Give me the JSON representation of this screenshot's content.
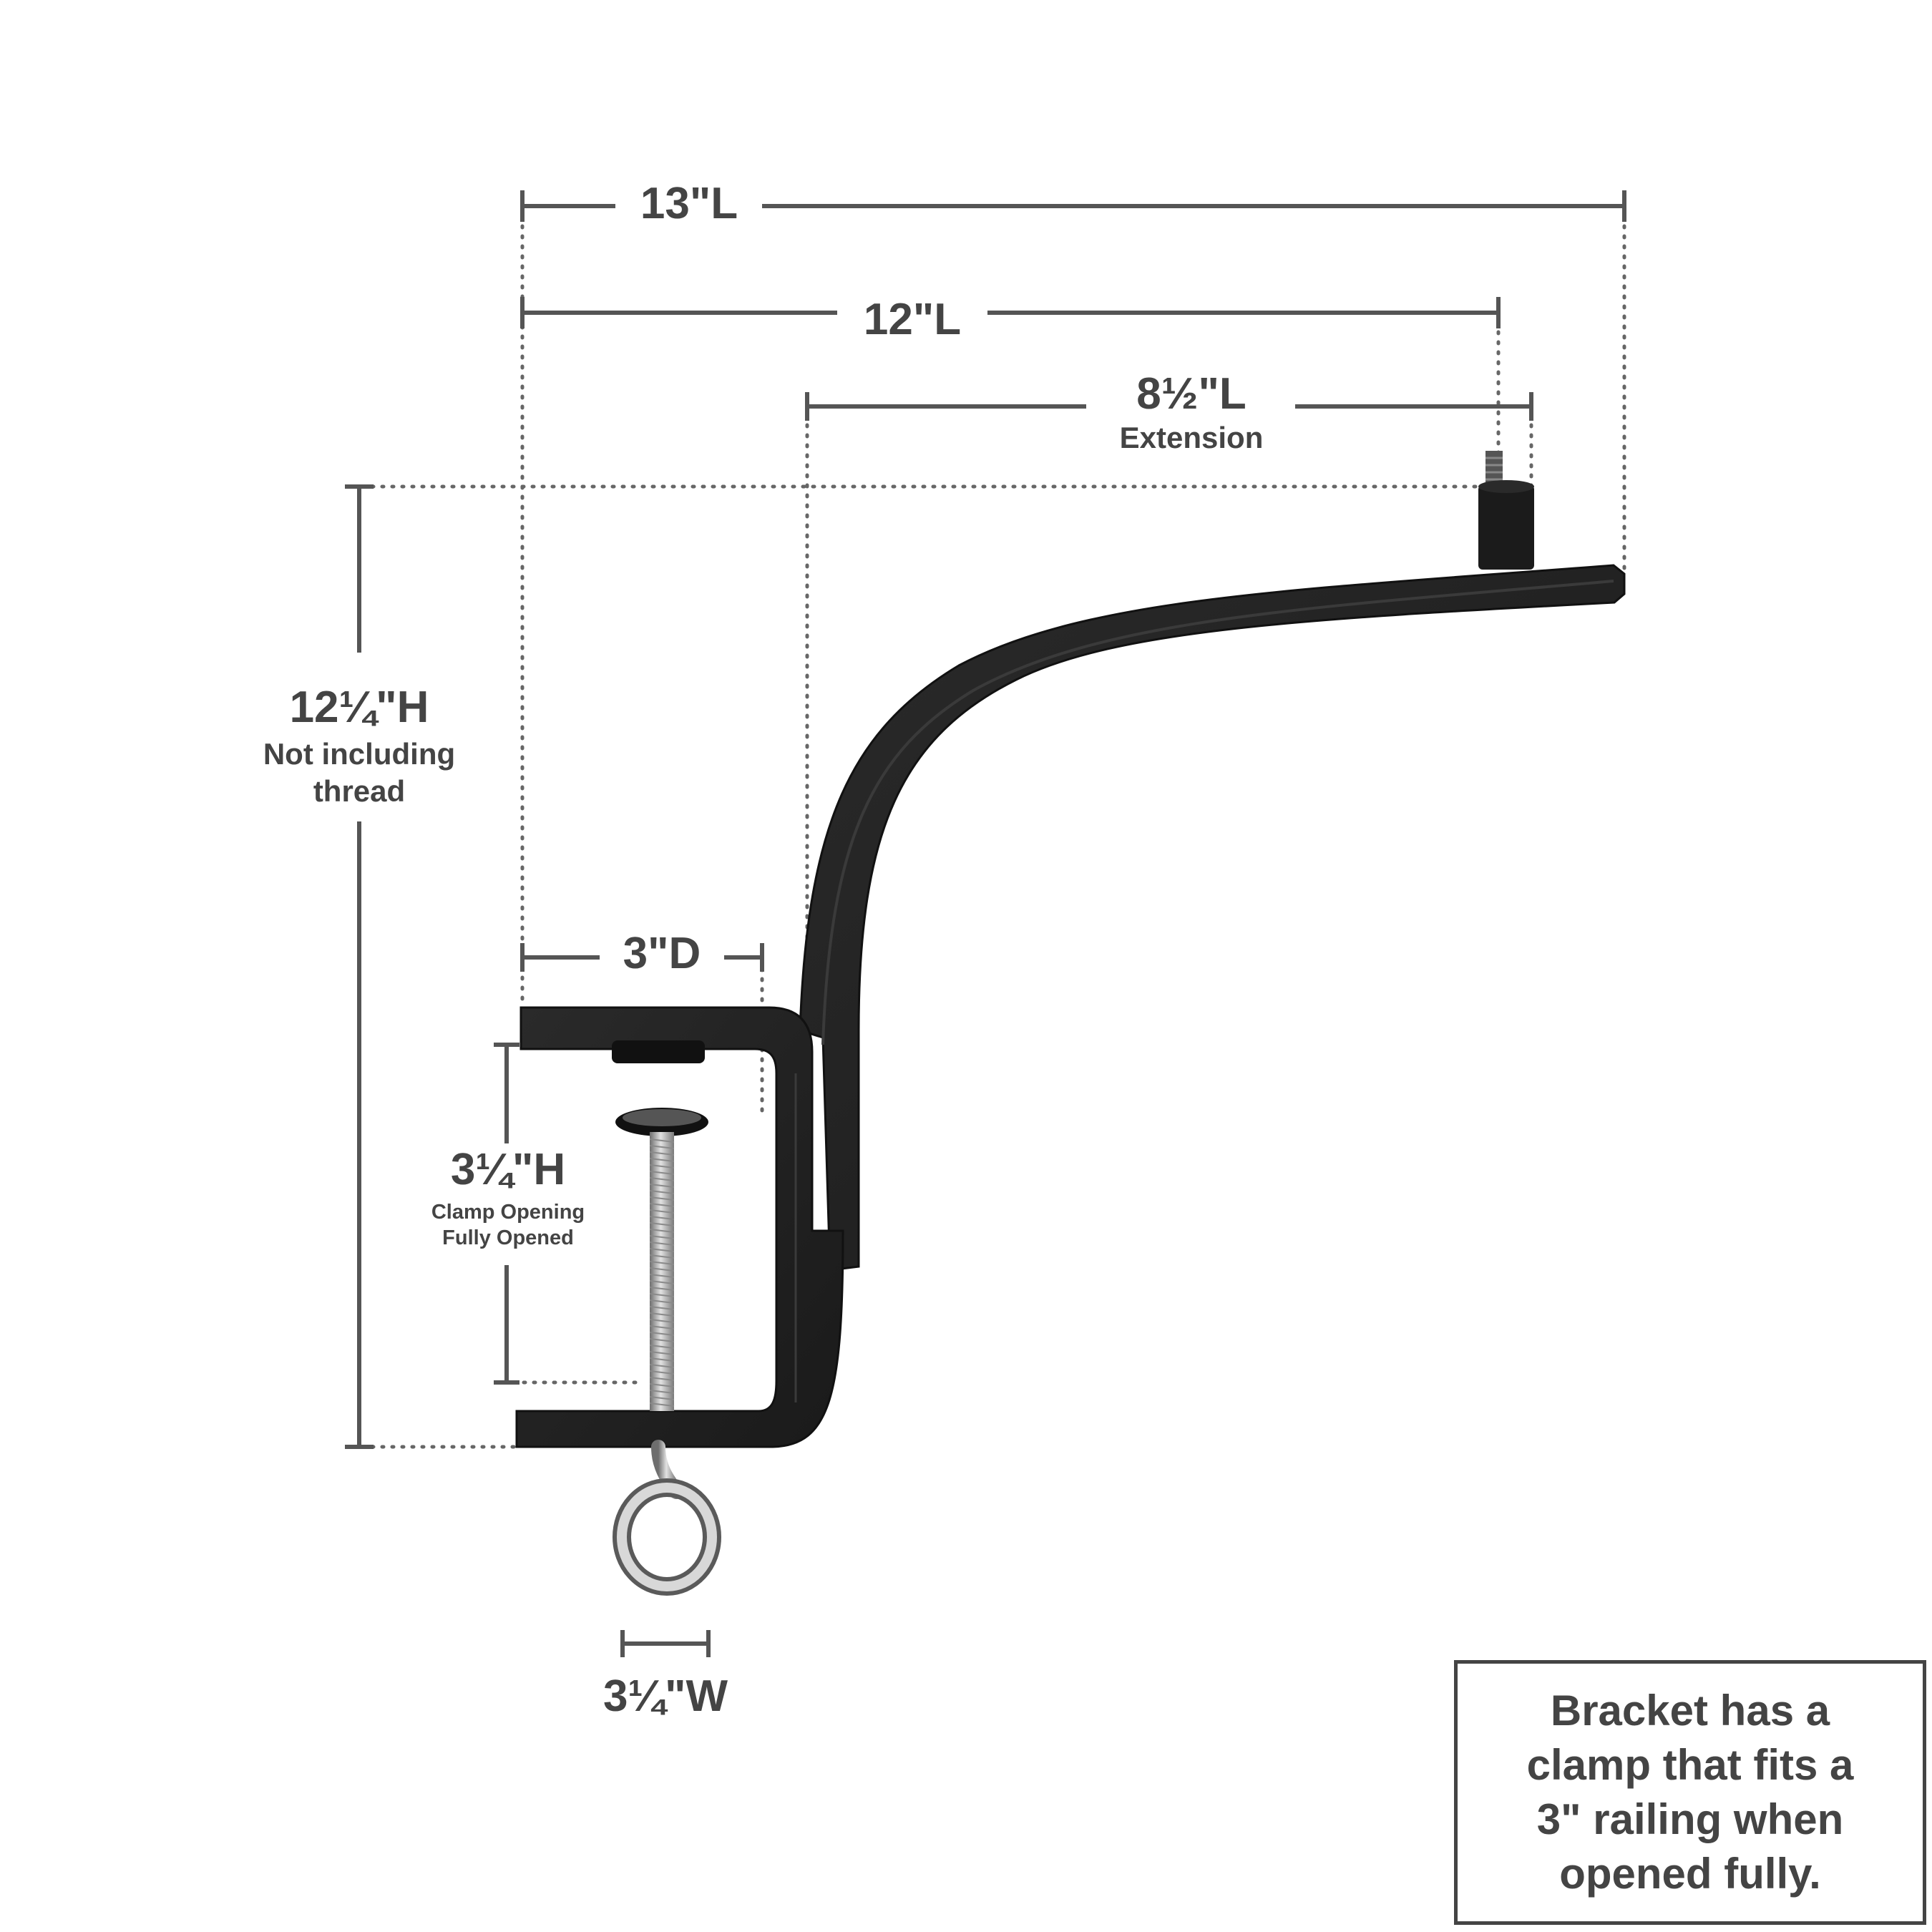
{
  "dimensions": {
    "overall_length": "13\"L",
    "length": "12\"L",
    "extension": {
      "value": "8½\"L",
      "caption": "Extension"
    },
    "height": {
      "value": "12¼\"H",
      "caption_line1": "Not including",
      "caption_line2": "thread"
    },
    "depth": "3\"D",
    "clamp_opening": {
      "value": "3¼\"H",
      "caption_line1": "Clamp Opening",
      "caption_line2": "Fully Opened"
    },
    "width": "3¼\"W"
  },
  "note": "Bracket has a\nclamp that fits a\n3\" railing when\nopened fully.",
  "colors": {
    "dimension_line": "#555555",
    "text": "#444444",
    "bracket": "#222222",
    "bracket_edge": "#111111",
    "screw": "#b8b8b8"
  }
}
